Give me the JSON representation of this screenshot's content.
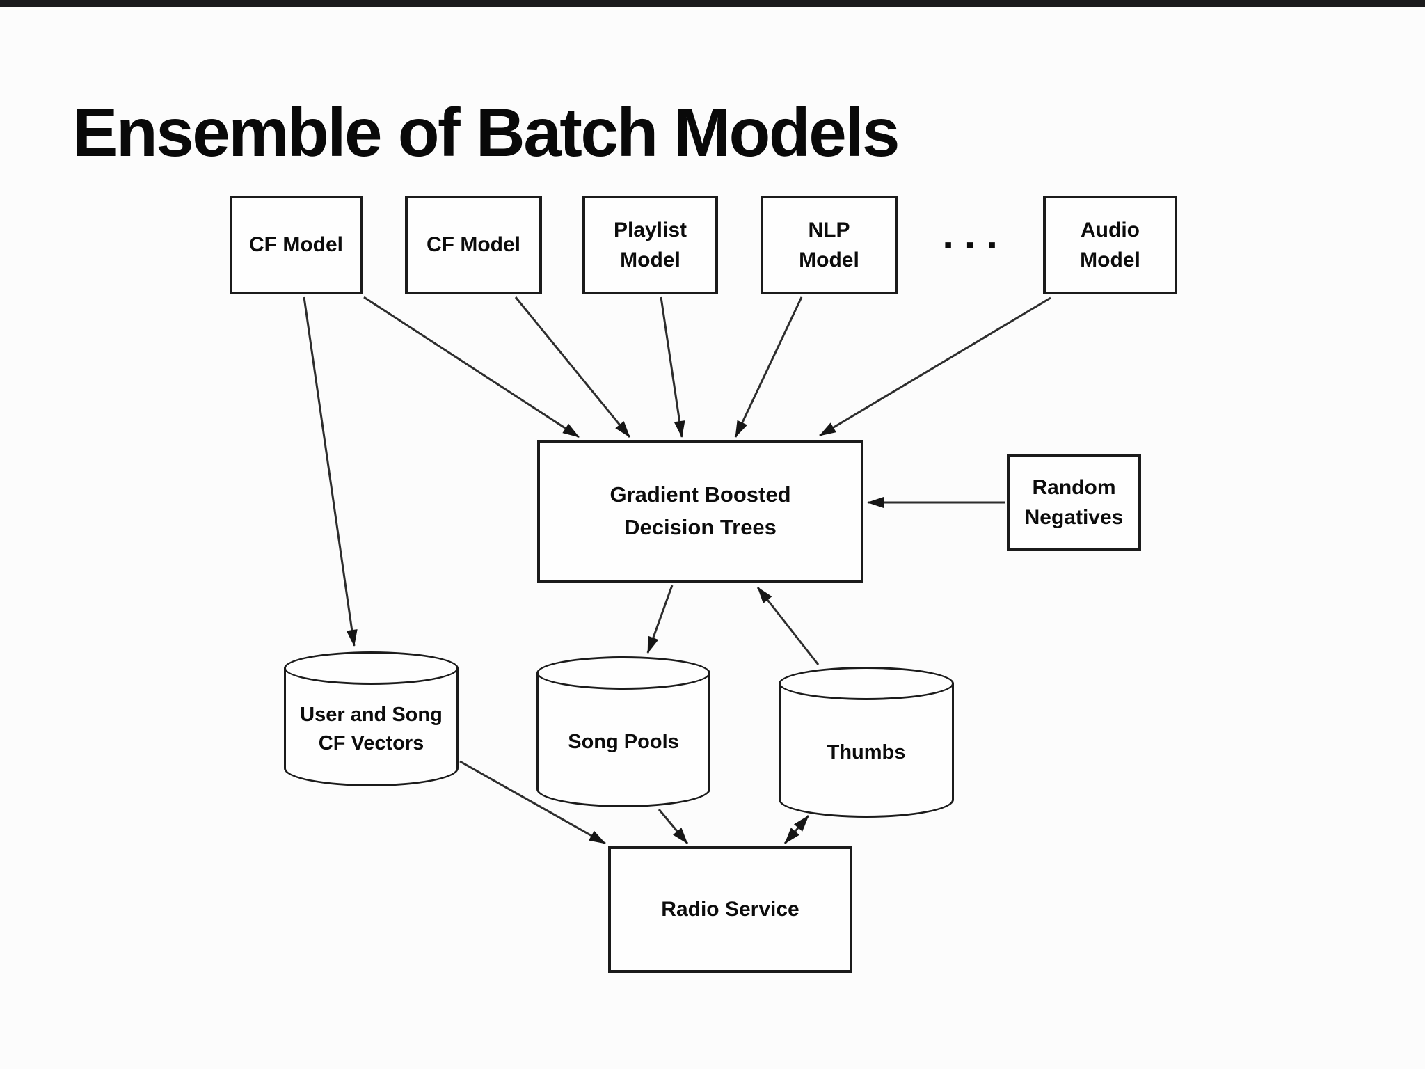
{
  "title": "Ensemble of Batch Models",
  "diagram": {
    "top_models": [
      {
        "id": "cf-model-1",
        "label": "CF Model"
      },
      {
        "id": "cf-model-2",
        "label": "CF Model"
      },
      {
        "id": "playlist-model",
        "label": "Playlist\nModel"
      },
      {
        "id": "nlp-model",
        "label": "NLP\nModel"
      },
      {
        "id": "audio-model",
        "label": "Audio\nModel"
      }
    ],
    "ellipsis": "▪ ▪ ▪",
    "ensemble": {
      "id": "gbdt",
      "label": "Gradient Boosted\nDecision Trees"
    },
    "random_negatives": {
      "id": "random-negatives",
      "label": "Random\nNegatives"
    },
    "stores": [
      {
        "id": "user-song-cf-vectors",
        "label": "User and Song\nCF Vectors",
        "shape": "cylinder"
      },
      {
        "id": "song-pools",
        "label": "Song Pools",
        "shape": "cylinder"
      },
      {
        "id": "thumbs",
        "label": "Thumbs",
        "shape": "cylinder"
      }
    ],
    "service": {
      "id": "radio-service",
      "label": "Radio Service"
    },
    "edges": [
      {
        "from": "cf-model-1",
        "to": "user-song-cf-vectors",
        "direction": "one-way"
      },
      {
        "from": "cf-model-1",
        "to": "gbdt",
        "direction": "one-way"
      },
      {
        "from": "cf-model-2",
        "to": "gbdt",
        "direction": "one-way"
      },
      {
        "from": "playlist-model",
        "to": "gbdt",
        "direction": "one-way"
      },
      {
        "from": "nlp-model",
        "to": "gbdt",
        "direction": "one-way"
      },
      {
        "from": "audio-model",
        "to": "gbdt",
        "direction": "one-way"
      },
      {
        "from": "random-negatives",
        "to": "gbdt",
        "direction": "one-way"
      },
      {
        "from": "gbdt",
        "to": "song-pools",
        "direction": "one-way"
      },
      {
        "from": "thumbs",
        "to": "gbdt",
        "direction": "one-way"
      },
      {
        "from": "user-song-cf-vectors",
        "to": "radio-service",
        "direction": "one-way"
      },
      {
        "from": "song-pools",
        "to": "radio-service",
        "direction": "one-way"
      },
      {
        "from": "radio-service",
        "to": "thumbs",
        "direction": "two-way"
      }
    ]
  }
}
